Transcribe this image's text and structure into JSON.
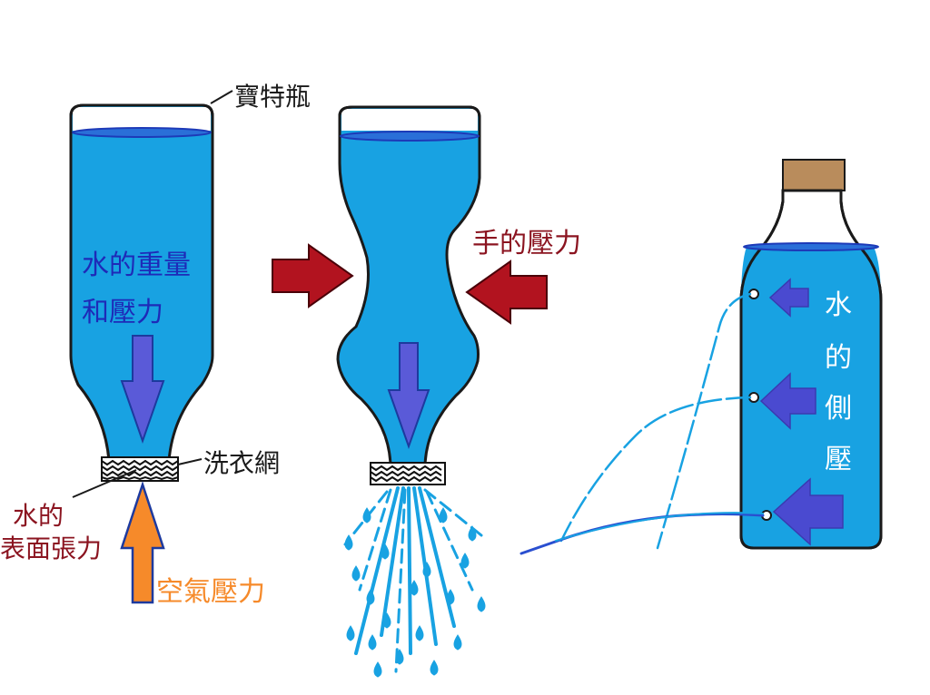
{
  "labels": {
    "bottle": "寶特瓶",
    "weight_line1": "水的重量",
    "weight_line2": "和壓力",
    "mesh": "洗衣網",
    "surface_line1": "水的",
    "surface_line2": "表面張力",
    "air": "空氣壓力",
    "hand": "手的壓力",
    "side_chars": [
      "水",
      "的",
      "側",
      "壓"
    ]
  },
  "colors": {
    "water": "#18a2e2",
    "water_surface": "#2a4fd0",
    "outline": "#1a1a1a",
    "down_arrow": "#5a5ad8",
    "air_arrow": "#f68a2a",
    "hand_arrow": "#b2131f",
    "label_blue": "#1e2ab8",
    "label_red": "#8b1420",
    "label_orange": "#f68a2a",
    "cork": "#b98c5c"
  }
}
